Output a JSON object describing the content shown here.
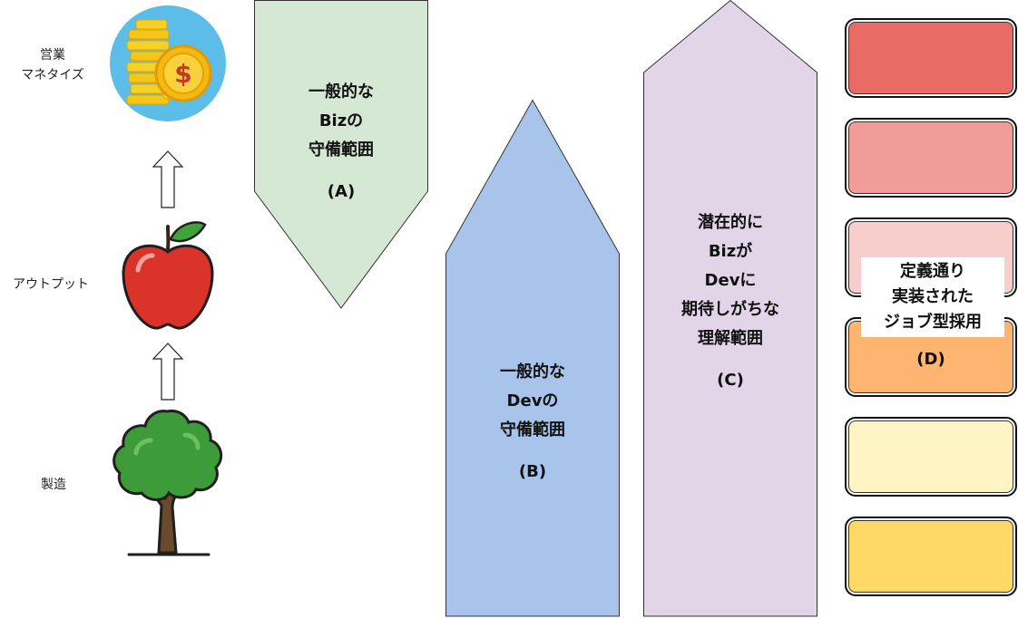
{
  "left_column": {
    "top_label": [
      "営業",
      "マネタイズ"
    ],
    "middle_label": "アウトプット",
    "bottom_label": "製造",
    "top_icon": "coin-money-icon",
    "middle_icon": "apple-icon",
    "bottom_icon": "tree-icon",
    "arrow_icon": "up-arrow-icon"
  },
  "shape_a": {
    "lines": [
      "一般的な",
      "Bizの",
      "守備範囲"
    ],
    "tag": "(A)",
    "color": "#d5e8d4"
  },
  "shape_b": {
    "lines": [
      "一般的な",
      "Devの",
      "守備範囲"
    ],
    "tag": "(B)",
    "color": "#a9c4eb"
  },
  "shape_c": {
    "lines": [
      "潜在的に",
      "Bizが",
      "Devに",
      "期待しがちな",
      "理解範囲"
    ],
    "tag": "(C)",
    "color": "#e1d5e7"
  },
  "stack_d": {
    "note_lines": [
      "定義通り",
      "実装された",
      "ジョブ型採用"
    ],
    "tag": "(D)",
    "box_colors": [
      "#ea6b66",
      "#f19c99",
      "#f8cecc",
      "#ffb570",
      "#fff4c3",
      "#ffd966"
    ]
  }
}
